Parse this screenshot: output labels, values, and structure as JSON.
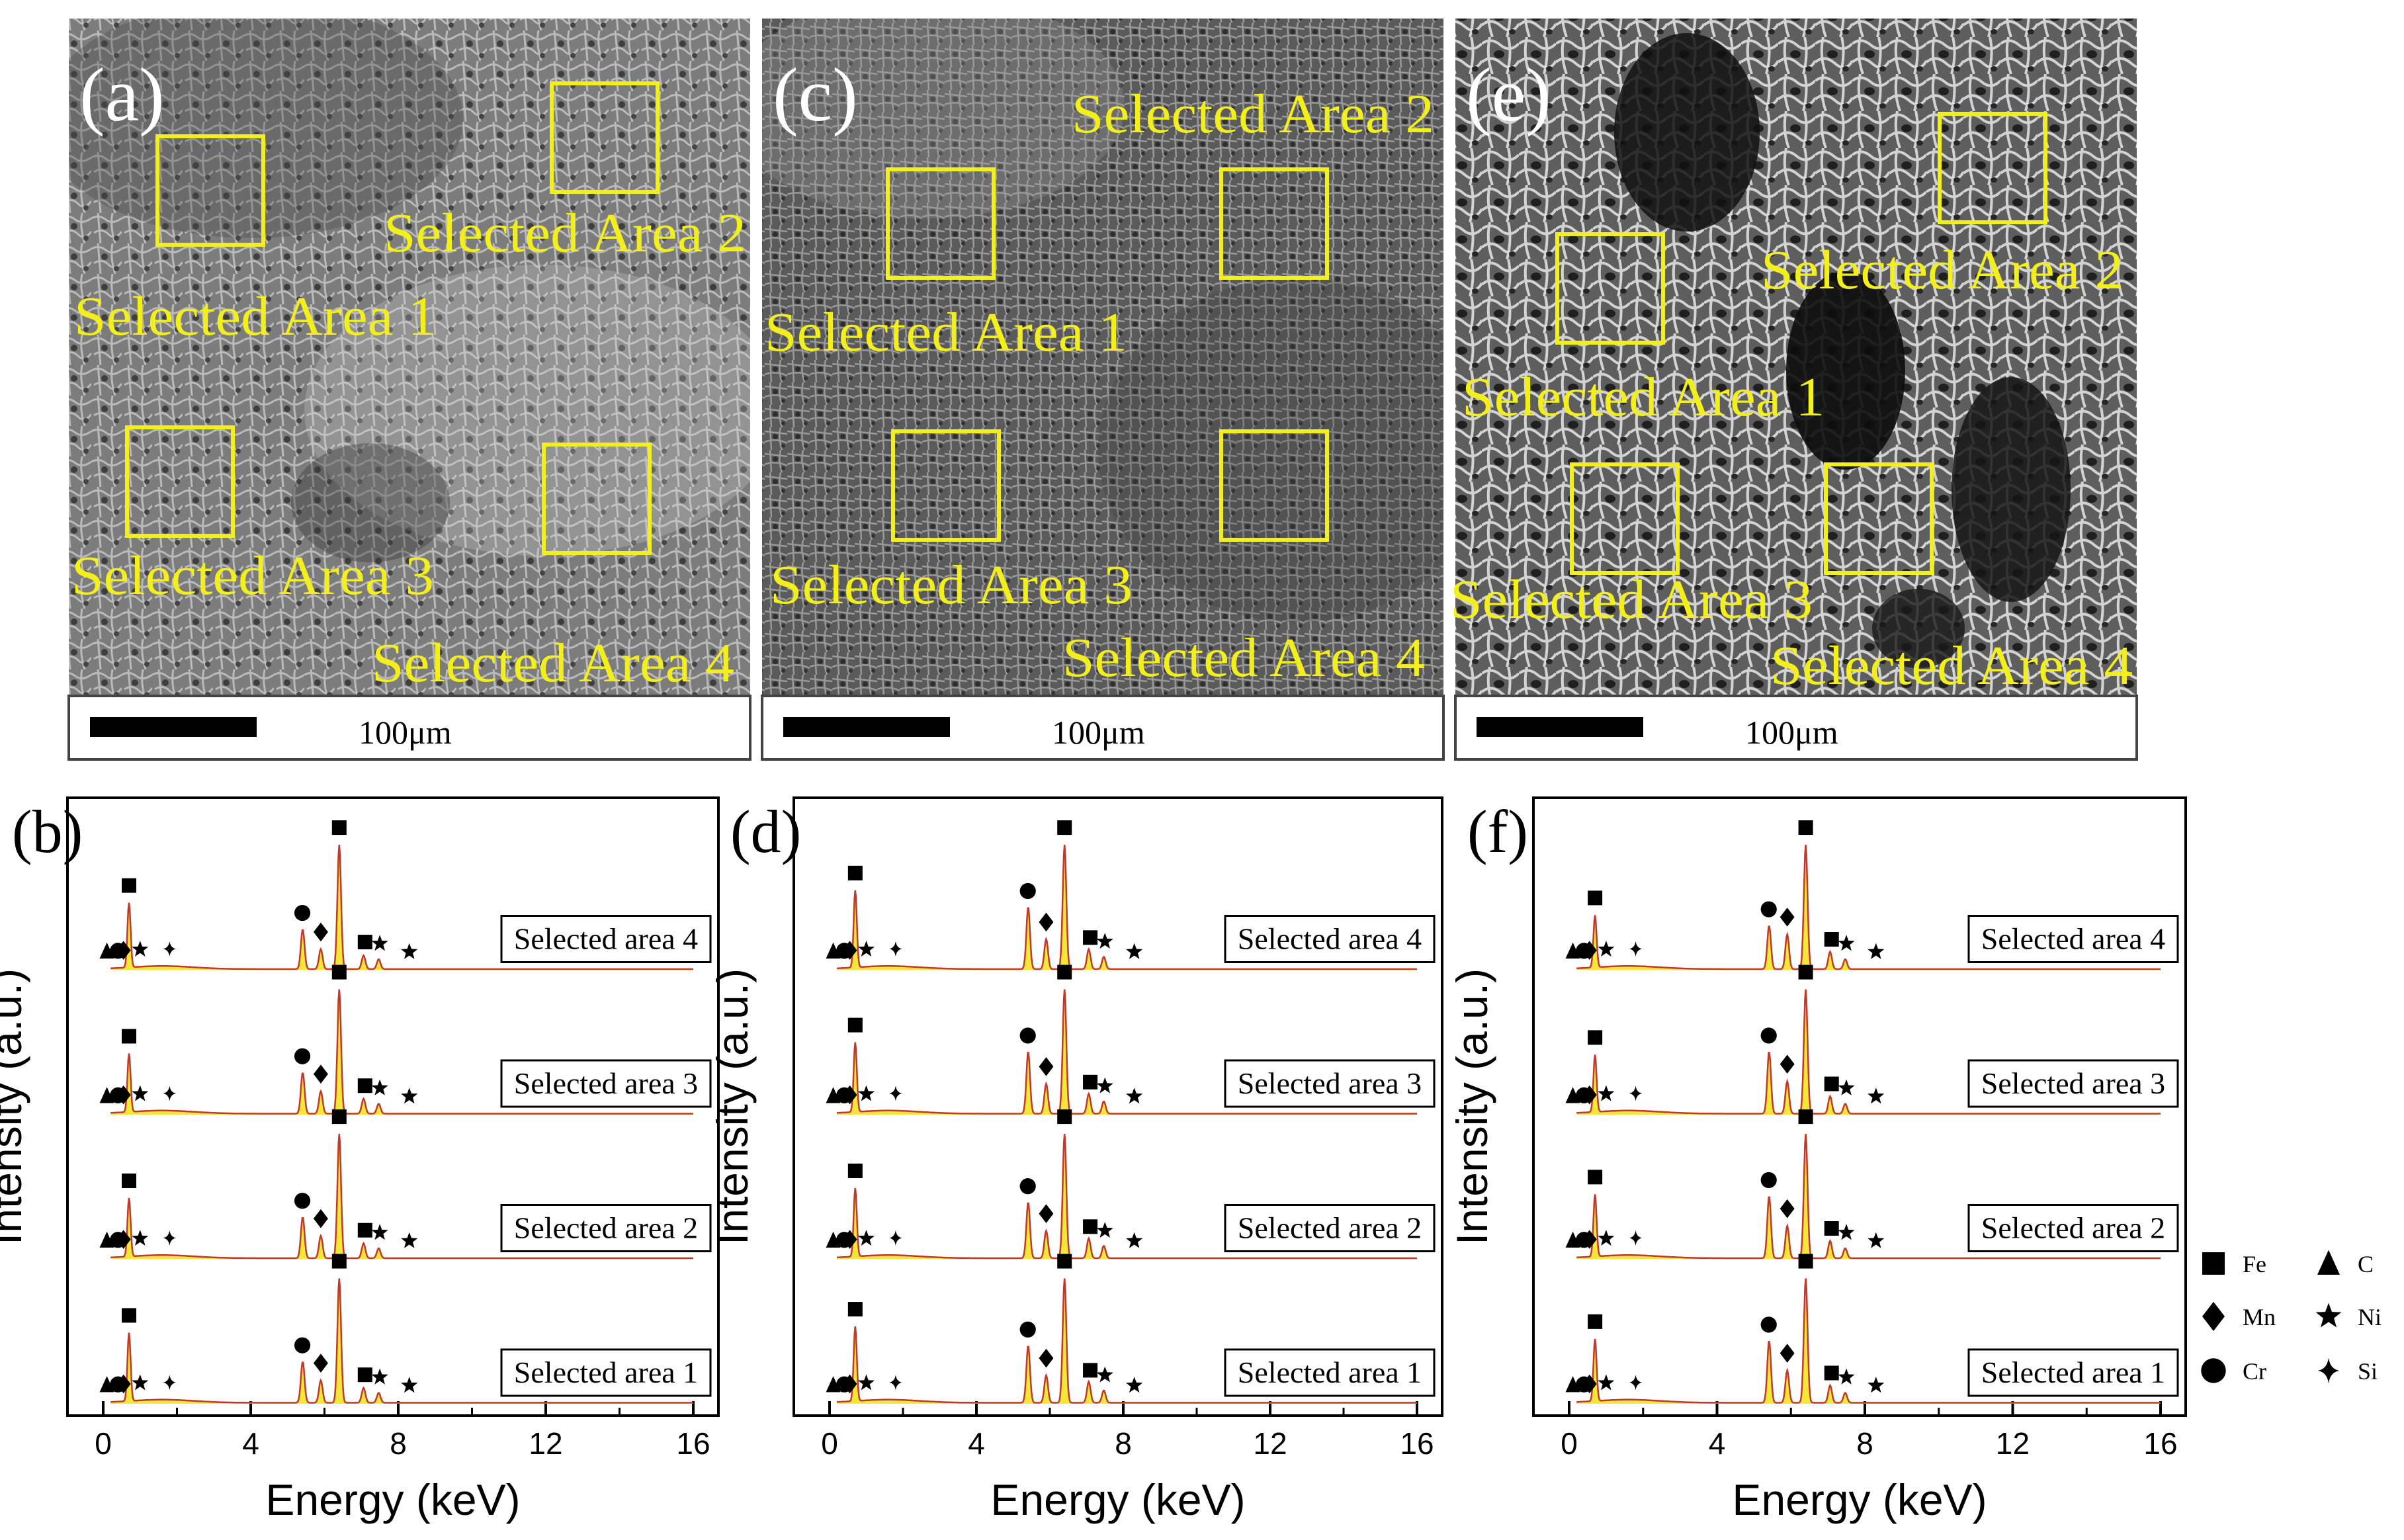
{
  "sem_panels": [
    {
      "letter": "(a)",
      "scale_bar_label": "100μm",
      "areas": [
        {
          "label": "Selected Area 1"
        },
        {
          "label": "Selected Area 2"
        },
        {
          "label": "Selected Area 3"
        },
        {
          "label": "Selected Area 4"
        }
      ]
    },
    {
      "letter": "(c)",
      "scale_bar_label": "100μm",
      "areas": [
        {
          "label": "Selected Area 1"
        },
        {
          "label": "Selected Area 2"
        },
        {
          "label": "Selected Area 3"
        },
        {
          "label": "Selected Area 4"
        }
      ]
    },
    {
      "letter": "(e)",
      "scale_bar_label": "100μm",
      "areas": [
        {
          "label": "Selected Area 1"
        },
        {
          "label": "Selected Area 2"
        },
        {
          "label": "Selected Area 3"
        },
        {
          "label": "Selected Area 4"
        }
      ]
    }
  ],
  "legend": [
    {
      "symbol": "square",
      "element": "Fe"
    },
    {
      "symbol": "triangle",
      "element": "C"
    },
    {
      "symbol": "diamond",
      "element": "Mn"
    },
    {
      "symbol": "star",
      "element": "Ni"
    },
    {
      "symbol": "circle",
      "element": "Cr"
    },
    {
      "symbol": "cross",
      "element": "Si"
    }
  ],
  "colors": {
    "sem_annotation": "#f2ef1c",
    "spectrum_fill": "#f5e63a",
    "spectrum_line": "#c0392b",
    "axis": "#000000"
  },
  "chart_data": [
    {
      "type": "area",
      "panel": "(b)",
      "xlabel": "Energy (keV)",
      "ylabel": "Intensity (a.u.)",
      "xlim": [
        0,
        16
      ],
      "xticks": [
        "0",
        "4",
        "8",
        "12",
        "16"
      ],
      "peak_markers": [
        {
          "energy": 0.1,
          "element": "C",
          "symbol": "triangle"
        },
        {
          "energy": 0.4,
          "element": "Cr",
          "symbol": "circle"
        },
        {
          "energy": 0.55,
          "element": "Mn",
          "symbol": "diamond"
        },
        {
          "energy": 0.7,
          "element": "Fe",
          "symbol": "square"
        },
        {
          "energy": 1.0,
          "element": "Ni",
          "symbol": "star"
        },
        {
          "energy": 1.8,
          "element": "Si",
          "symbol": "cross"
        },
        {
          "energy": 5.4,
          "element": "Cr",
          "symbol": "circle"
        },
        {
          "energy": 5.9,
          "element": "Mn",
          "symbol": "diamond"
        },
        {
          "energy": 6.4,
          "element": "Fe",
          "symbol": "square"
        },
        {
          "energy": 7.1,
          "element": "Fe",
          "symbol": "square"
        },
        {
          "energy": 7.5,
          "element": "Ni",
          "symbol": "star"
        },
        {
          "energy": 8.3,
          "element": "Ni",
          "symbol": "star"
        }
      ],
      "series": [
        {
          "name": "Selected area 4",
          "peaks": [
            {
              "energy": 0.7,
              "height": 0.52
            },
            {
              "energy": 5.41,
              "height": 0.32
            },
            {
              "energy": 5.9,
              "height": 0.16
            },
            {
              "energy": 6.4,
              "height": 1.0
            },
            {
              "energy": 7.06,
              "height": 0.11
            },
            {
              "energy": 7.47,
              "height": 0.08
            }
          ]
        },
        {
          "name": "Selected area 3",
          "peaks": [
            {
              "energy": 0.7,
              "height": 0.47
            },
            {
              "energy": 5.41,
              "height": 0.33
            },
            {
              "energy": 5.9,
              "height": 0.18
            },
            {
              "energy": 6.4,
              "height": 1.0
            },
            {
              "energy": 7.06,
              "height": 0.12
            },
            {
              "energy": 7.47,
              "height": 0.08
            }
          ]
        },
        {
          "name": "Selected area 2",
          "peaks": [
            {
              "energy": 0.7,
              "height": 0.47
            },
            {
              "energy": 5.41,
              "height": 0.33
            },
            {
              "energy": 5.9,
              "height": 0.18
            },
            {
              "energy": 6.4,
              "height": 1.0
            },
            {
              "energy": 7.06,
              "height": 0.12
            },
            {
              "energy": 7.47,
              "height": 0.08
            }
          ]
        },
        {
          "name": "Selected area 1",
          "peaks": [
            {
              "energy": 0.7,
              "height": 0.55
            },
            {
              "energy": 5.41,
              "height": 0.33
            },
            {
              "energy": 5.9,
              "height": 0.18
            },
            {
              "energy": 6.4,
              "height": 1.0
            },
            {
              "energy": 7.06,
              "height": 0.12
            },
            {
              "energy": 7.47,
              "height": 0.08
            }
          ]
        }
      ]
    },
    {
      "type": "area",
      "panel": "(d)",
      "xlabel": "Energy (keV)",
      "ylabel": "Intensity (a.u.)",
      "xlim": [
        0,
        16
      ],
      "xticks": [
        "0",
        "4",
        "8",
        "12",
        "16"
      ],
      "peak_markers": [
        {
          "energy": 0.1,
          "element": "C",
          "symbol": "triangle"
        },
        {
          "energy": 0.4,
          "element": "Cr",
          "symbol": "circle"
        },
        {
          "energy": 0.55,
          "element": "Mn",
          "symbol": "diamond"
        },
        {
          "energy": 0.7,
          "element": "Fe",
          "symbol": "square"
        },
        {
          "energy": 1.0,
          "element": "Ni",
          "symbol": "star"
        },
        {
          "energy": 1.8,
          "element": "Si",
          "symbol": "cross"
        },
        {
          "energy": 5.4,
          "element": "Cr",
          "symbol": "circle"
        },
        {
          "energy": 5.9,
          "element": "Mn",
          "symbol": "diamond"
        },
        {
          "energy": 6.4,
          "element": "Fe",
          "symbol": "square"
        },
        {
          "energy": 7.1,
          "element": "Fe",
          "symbol": "square"
        },
        {
          "energy": 7.5,
          "element": "Ni",
          "symbol": "star"
        },
        {
          "energy": 8.3,
          "element": "Ni",
          "symbol": "star"
        }
      ],
      "series": [
        {
          "name": "Selected area 4",
          "peaks": [
            {
              "energy": 0.7,
              "height": 0.62
            },
            {
              "energy": 5.41,
              "height": 0.5
            },
            {
              "energy": 5.9,
              "height": 0.24
            },
            {
              "energy": 6.4,
              "height": 1.0
            },
            {
              "energy": 7.06,
              "height": 0.16
            },
            {
              "energy": 7.47,
              "height": 0.1
            }
          ]
        },
        {
          "name": "Selected area 3",
          "peaks": [
            {
              "energy": 0.7,
              "height": 0.56
            },
            {
              "energy": 5.41,
              "height": 0.5
            },
            {
              "energy": 5.9,
              "height": 0.24
            },
            {
              "energy": 6.4,
              "height": 1.0
            },
            {
              "energy": 7.06,
              "height": 0.16
            },
            {
              "energy": 7.47,
              "height": 0.1
            }
          ]
        },
        {
          "name": "Selected area 2",
          "peaks": [
            {
              "energy": 0.7,
              "height": 0.55
            },
            {
              "energy": 5.41,
              "height": 0.45
            },
            {
              "energy": 5.9,
              "height": 0.22
            },
            {
              "energy": 6.4,
              "height": 1.0
            },
            {
              "energy": 7.06,
              "height": 0.16
            },
            {
              "energy": 7.47,
              "height": 0.1
            }
          ]
        },
        {
          "name": "Selected area 1",
          "peaks": [
            {
              "energy": 0.7,
              "height": 0.6
            },
            {
              "energy": 5.41,
              "height": 0.46
            },
            {
              "energy": 5.9,
              "height": 0.22
            },
            {
              "energy": 6.4,
              "height": 1.0
            },
            {
              "energy": 7.06,
              "height": 0.17
            },
            {
              "energy": 7.47,
              "height": 0.1
            }
          ]
        }
      ]
    },
    {
      "type": "area",
      "panel": "(f)",
      "xlabel": "Energy (keV)",
      "ylabel": "Intensity (a.u.)",
      "xlim": [
        0,
        16
      ],
      "xticks": [
        "0",
        "4",
        "8",
        "12",
        "16"
      ],
      "peak_markers": [
        {
          "energy": 0.1,
          "element": "C",
          "symbol": "triangle"
        },
        {
          "energy": 0.4,
          "element": "Cr",
          "symbol": "circle"
        },
        {
          "energy": 0.55,
          "element": "Mn",
          "symbol": "diamond"
        },
        {
          "energy": 0.7,
          "element": "Fe",
          "symbol": "square"
        },
        {
          "energy": 1.0,
          "element": "Ni",
          "symbol": "star"
        },
        {
          "energy": 1.8,
          "element": "Si",
          "symbol": "cross"
        },
        {
          "energy": 5.4,
          "element": "Cr",
          "symbol": "circle"
        },
        {
          "energy": 5.9,
          "element": "Mn",
          "symbol": "diamond"
        },
        {
          "energy": 6.4,
          "element": "Fe",
          "symbol": "square"
        },
        {
          "energy": 7.1,
          "element": "Fe",
          "symbol": "square"
        },
        {
          "energy": 7.5,
          "element": "Ni",
          "symbol": "star"
        },
        {
          "energy": 8.3,
          "element": "Ni",
          "symbol": "star"
        }
      ],
      "series": [
        {
          "name": "Selected area 4",
          "peaks": [
            {
              "energy": 0.7,
              "height": 0.42
            },
            {
              "energy": 5.41,
              "height": 0.35
            },
            {
              "energy": 5.9,
              "height": 0.28
            },
            {
              "energy": 6.4,
              "height": 1.0
            },
            {
              "energy": 7.06,
              "height": 0.14
            },
            {
              "energy": 7.47,
              "height": 0.08
            }
          ]
        },
        {
          "name": "Selected area 3",
          "peaks": [
            {
              "energy": 0.7,
              "height": 0.46
            },
            {
              "energy": 5.41,
              "height": 0.5
            },
            {
              "energy": 5.9,
              "height": 0.26
            },
            {
              "energy": 6.4,
              "height": 1.0
            },
            {
              "energy": 7.06,
              "height": 0.14
            },
            {
              "energy": 7.47,
              "height": 0.08
            }
          ]
        },
        {
          "name": "Selected area 2",
          "peaks": [
            {
              "energy": 0.7,
              "height": 0.5
            },
            {
              "energy": 5.41,
              "height": 0.5
            },
            {
              "energy": 5.9,
              "height": 0.26
            },
            {
              "energy": 6.4,
              "height": 1.0
            },
            {
              "energy": 7.06,
              "height": 0.14
            },
            {
              "energy": 7.47,
              "height": 0.08
            }
          ]
        },
        {
          "name": "Selected area 1",
          "peaks": [
            {
              "energy": 0.7,
              "height": 0.5
            },
            {
              "energy": 5.41,
              "height": 0.5
            },
            {
              "energy": 5.9,
              "height": 0.26
            },
            {
              "energy": 6.4,
              "height": 1.0
            },
            {
              "energy": 7.06,
              "height": 0.14
            },
            {
              "energy": 7.47,
              "height": 0.08
            }
          ]
        }
      ]
    }
  ]
}
